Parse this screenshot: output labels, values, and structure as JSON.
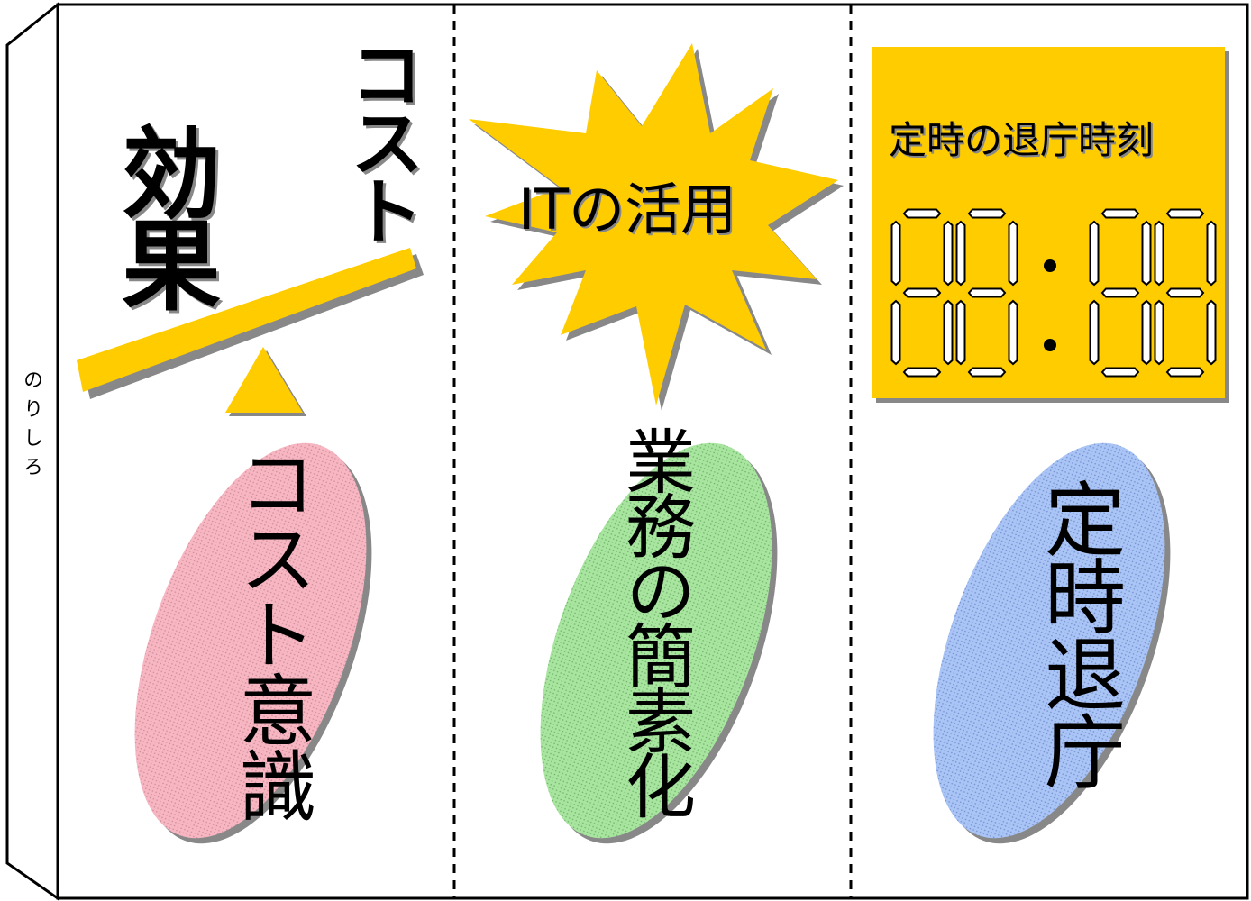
{
  "panel1": {
    "top_word": "コスト",
    "effect_word": "効果",
    "oval_label": "コスト意識"
  },
  "panel2": {
    "burst_label": "ITの活用",
    "oval_label": "業務の簡素化"
  },
  "panel3": {
    "clock_title": "定時の退庁時刻",
    "clock_display": "88:88",
    "oval_label": "定時退庁"
  },
  "glue_flap": "のりしろ",
  "colors": {
    "yellow": "#ffcc00",
    "pink": "#f7b6c2",
    "green": "#a8e6a0",
    "blue": "#a9c4f5"
  }
}
